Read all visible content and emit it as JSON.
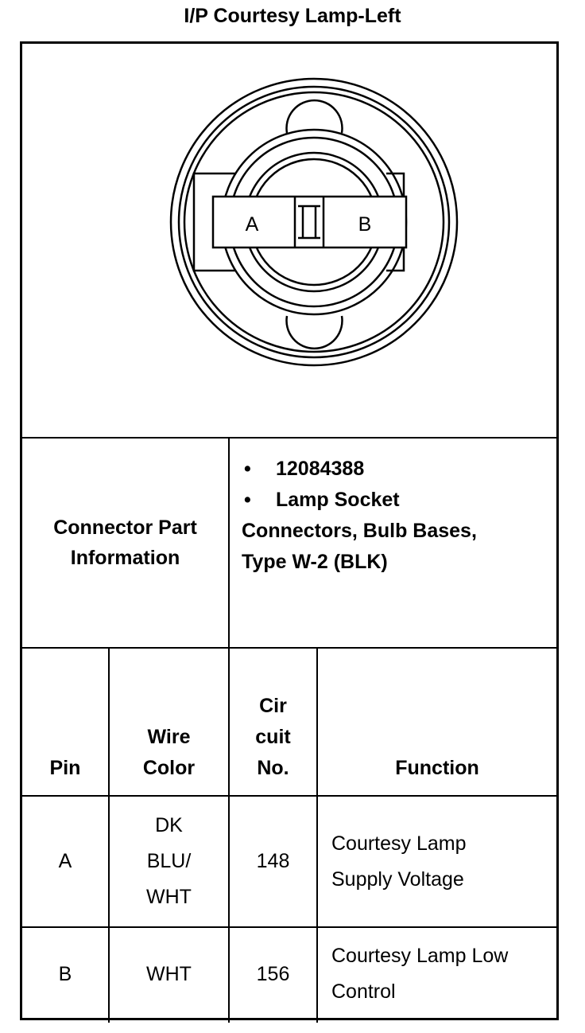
{
  "title": "I/P Courtesy Lamp-Left",
  "connector": {
    "pin_a_label": "A",
    "pin_b_label": "B"
  },
  "part_info": {
    "label_line1": "Connector Part",
    "label_line2": "Information",
    "part_number": "12084388",
    "description_line1": "Lamp Socket",
    "description_line2": "Connectors, Bulb Bases,",
    "description_line3": "Type W-2 (BLK)"
  },
  "table": {
    "headers": {
      "pin": "Pin",
      "wire_color_line1": "Wire",
      "wire_color_line2": "Color",
      "circuit_line1": "Cir",
      "circuit_line2": "cuit",
      "circuit_line3": "No.",
      "function": "Function"
    },
    "rows": [
      {
        "pin": "A",
        "wire_line1": "DK",
        "wire_line2": "BLU/",
        "wire_line3": "WHT",
        "circuit": "148",
        "function_line1": "Courtesy Lamp",
        "function_line2": "Supply Voltage"
      },
      {
        "pin": "B",
        "wire_line1": "WHT",
        "circuit": "156",
        "function_line1": "Courtesy Lamp Low",
        "function_line2": "Control"
      }
    ]
  }
}
